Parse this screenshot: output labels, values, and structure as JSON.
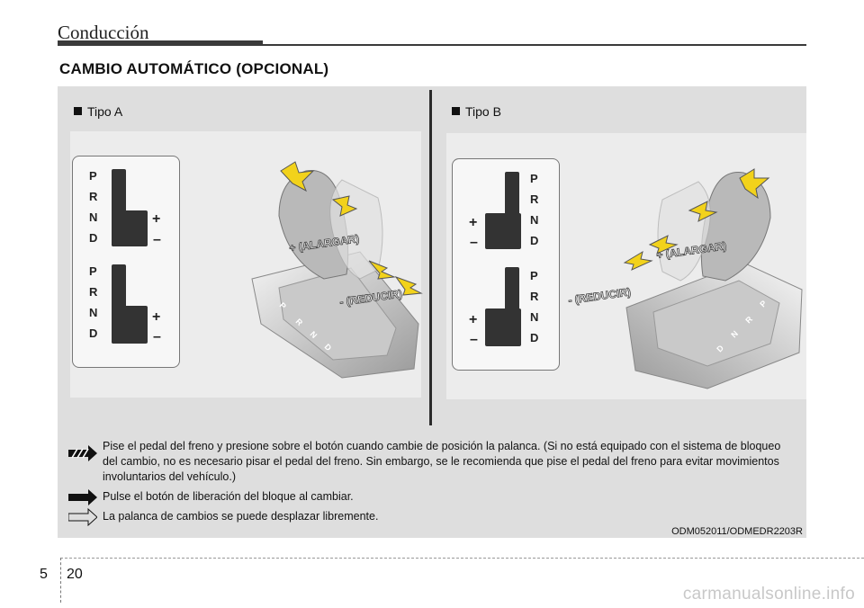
{
  "header": {
    "title": "Conducción"
  },
  "section": {
    "title": "CAMBIO AUTOMÁTICO (OPCIONAL)"
  },
  "type_a": {
    "label": "Tipo A",
    "gears": [
      "P",
      "R",
      "N",
      "D"
    ],
    "plus": "+",
    "minus": "–",
    "alargar": "+ (ALARGAR)",
    "reducir": "- (REDUCIR)",
    "lever_letters": [
      "P",
      "R",
      "N",
      "D"
    ]
  },
  "type_b": {
    "label": "Tipo B",
    "gears": [
      "P",
      "R",
      "N",
      "D"
    ],
    "plus": "+",
    "minus": "–",
    "alargar": "+ (ALARGAR)",
    "reducir": "- (REDUCIR)",
    "lever_letters": [
      "P",
      "R",
      "N",
      "D"
    ]
  },
  "legend": {
    "item1": "Pise el pedal del freno y presione sobre el botón cuando cambie de posición la palanca. (Si no está equipado con el sistema de bloqueo del cambio, no es necesario pisar el pedal del freno. Sin embargo, se le recomienda que pise el pedal del freno para evitar movimientos involuntarios del vehículo.)",
    "item2": "Pulse el botón de liberación del bloque al cambiar.",
    "item3": "La palanca de cambios se puede desplazar libremente."
  },
  "caption": "ODM052011/ODMEDR2203R",
  "footer": {
    "chapter": "5",
    "page": "20"
  },
  "watermark": "carmanualsonline.info",
  "colors": {
    "arrow": "#f2d21b",
    "panel": "#dedede",
    "rule": "#3a3a3a"
  }
}
